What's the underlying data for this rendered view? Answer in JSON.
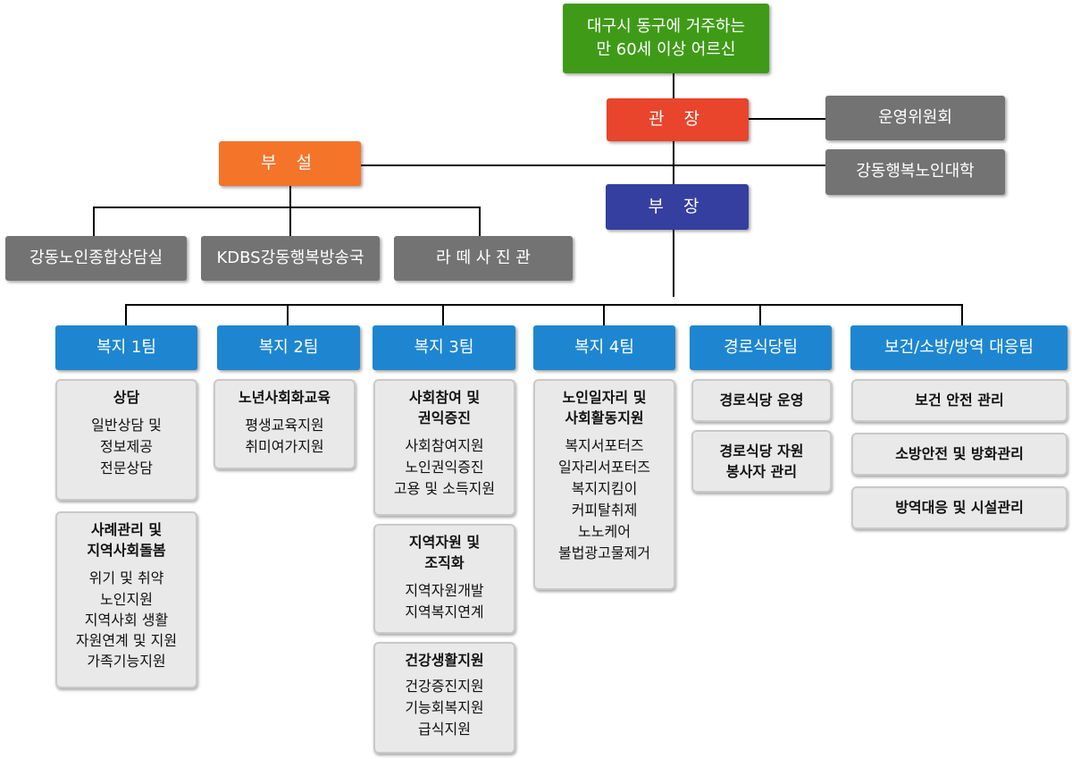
{
  "top": {
    "target": "대구시 동구에 거주하는\n만 60세 이상 어르신",
    "director": "관 장",
    "vice_director": "부 장",
    "affiliated": "부 설"
  },
  "committees": {
    "operating": "운영위원회",
    "university": "강동행복노인대학"
  },
  "affiliates": [
    "강동노인종합상담실",
    "KDBS강동행복방송국",
    "라 떼 사 진 관"
  ],
  "teams": [
    {
      "name": "복지 1팀",
      "cards": [
        {
          "title": "상담",
          "body": "일반상담 및\n정보제공\n전문상담"
        },
        {
          "title": "사례관리 및\n지역사회돌봄",
          "body": "위기 및 취약\n노인지원\n지역사회 생활\n자원연계 및 지원\n가족기능지원"
        }
      ]
    },
    {
      "name": "복지 2팀",
      "cards": [
        {
          "title": "노년사회화교육",
          "body": "평생교육지원\n취미여가지원"
        }
      ]
    },
    {
      "name": "복지 3팀",
      "cards": [
        {
          "title": "사회참여 및\n권익증진",
          "body": "사회참여지원\n노인권익증진\n고용 및 소득지원"
        },
        {
          "title": "지역자원 및\n조직화",
          "body": "지역자원개발\n지역복지연계"
        },
        {
          "title": "건강생활지원",
          "body": "건강증진지원\n기능회복지원\n급식지원"
        }
      ]
    },
    {
      "name": "복지 4팀",
      "cards": [
        {
          "title": "노인일자리 및\n사회활동지원",
          "body": "복지서포터즈\n일자리서포터즈\n복지지킴이\n커피탈취제\n노노케어\n불법광고물제거"
        }
      ]
    },
    {
      "name": "경로식당팀",
      "cards": [
        {
          "title": "경로식당 운영",
          "body": ""
        },
        {
          "title": "경로식당 자원\n봉사자 관리",
          "body": ""
        }
      ]
    },
    {
      "name": "보건/소방/방역 대응팀",
      "cards": [
        {
          "title": "보건 안전 관리",
          "body": ""
        },
        {
          "title": "소방안전 및 방화관리",
          "body": ""
        },
        {
          "title": "방역대응 및 시설관리",
          "body": ""
        }
      ]
    }
  ],
  "colors": {
    "target": "#3f9b17",
    "director": "#e8452c",
    "vice_director": "#343fa0",
    "affiliated": "#f4742a",
    "gray": "#737373",
    "team": "#1e86d0",
    "card_bg": "#e9e9e9"
  }
}
